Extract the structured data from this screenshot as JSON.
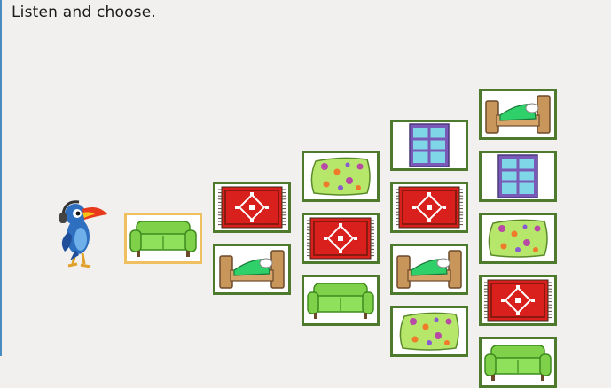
{
  "instruction": "Listen and choose.",
  "colors": {
    "tile_border": "#4e7a2e",
    "selected_border": "#f0c060",
    "background": "#f1f0ee"
  },
  "mascot": {
    "icon": "toucan-with-headphones-icon"
  },
  "columns": [
    {
      "tiles": [
        {
          "item": "sofa",
          "selected": true
        }
      ]
    },
    {
      "tiles": [
        {
          "item": "rug"
        },
        {
          "item": "bed"
        }
      ]
    },
    {
      "tiles": [
        {
          "item": "cushion"
        },
        {
          "item": "rug"
        },
        {
          "item": "sofa"
        }
      ]
    },
    {
      "tiles": [
        {
          "item": "window"
        },
        {
          "item": "rug"
        },
        {
          "item": "bed"
        },
        {
          "item": "cushion"
        }
      ]
    },
    {
      "tiles": [
        {
          "item": "bed"
        },
        {
          "item": "window"
        },
        {
          "item": "cushion"
        },
        {
          "item": "rug"
        },
        {
          "item": "sofa"
        }
      ]
    }
  ]
}
